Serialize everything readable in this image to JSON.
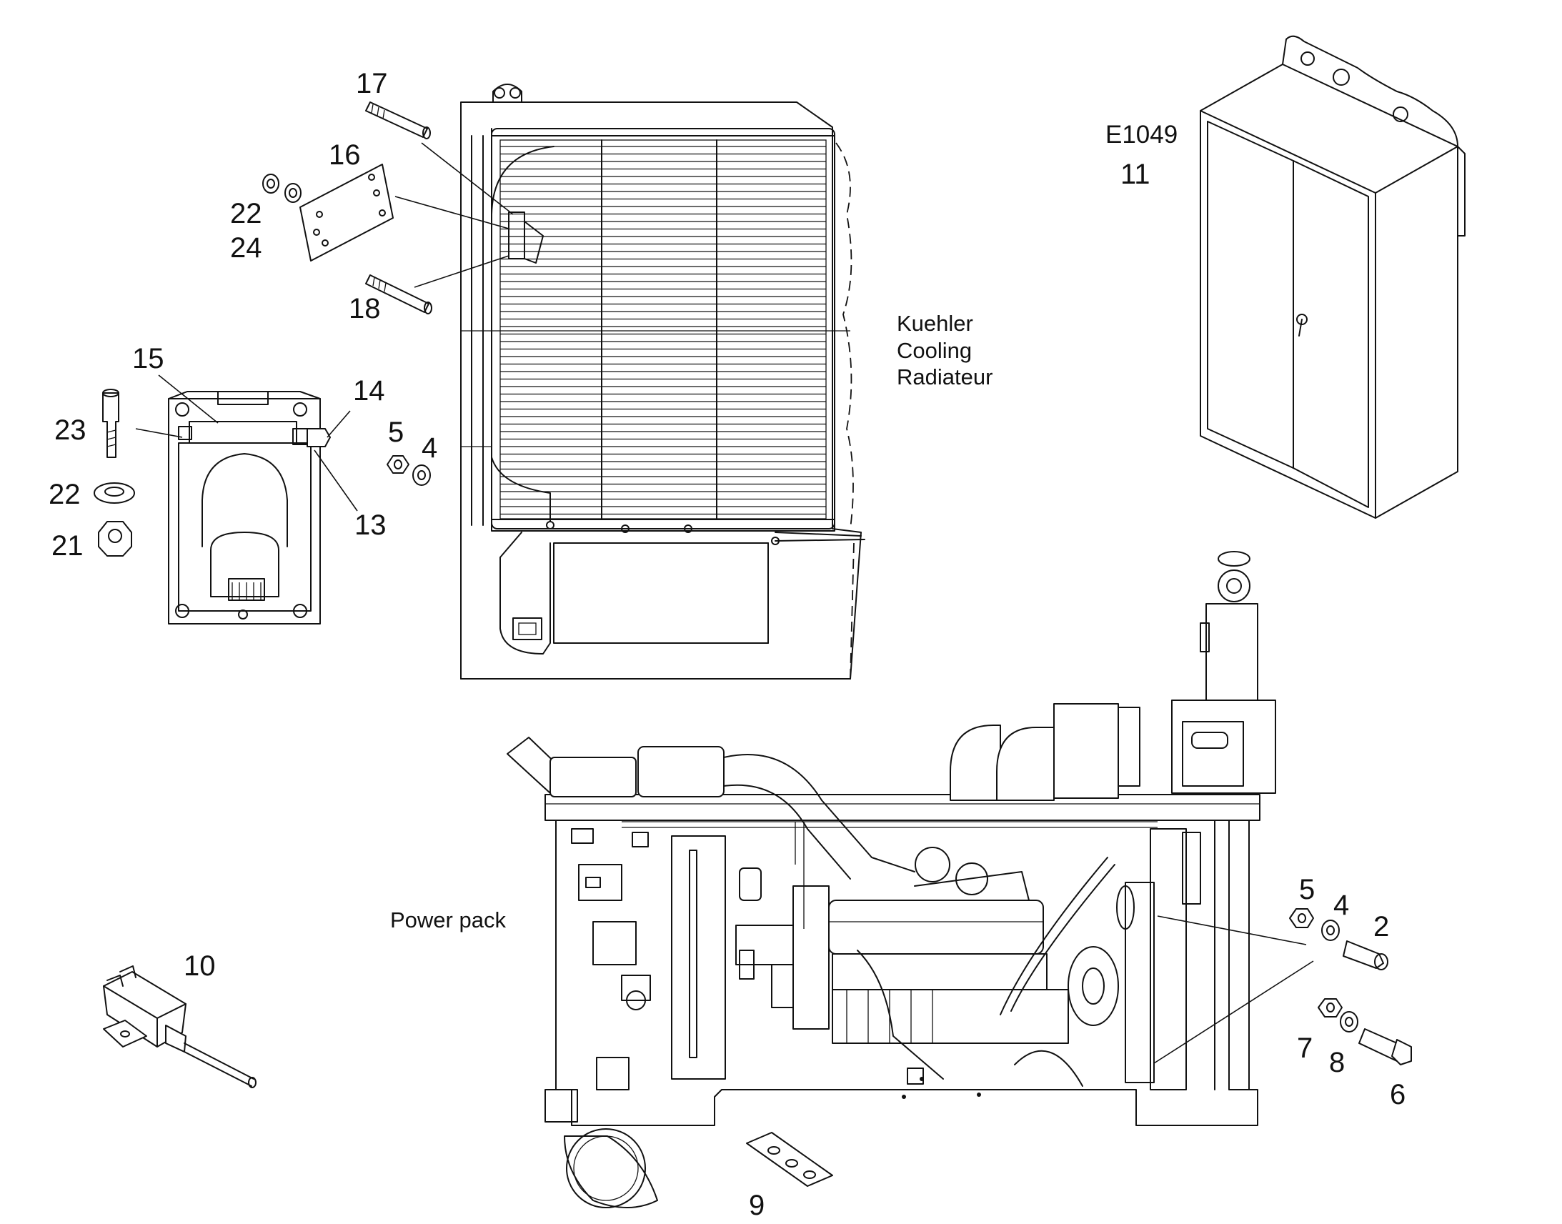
{
  "callouts": {
    "c17": "17",
    "c16": "16",
    "c22a": "22",
    "c24": "24",
    "c18": "18",
    "c15": "15",
    "c14": "14",
    "c23": "23",
    "c5a": "5",
    "c4a": "4",
    "c22b": "22",
    "c13": "13",
    "c21": "21",
    "c11": "11",
    "c10": "10",
    "c9": "9",
    "c5b": "5",
    "c4b": "4",
    "c2": "2",
    "c7": "7",
    "c8": "8",
    "c6": "6"
  },
  "part_code": "E1049",
  "radiator_label": [
    "Kuehler",
    "Cooling",
    "Radiateur"
  ],
  "powerpack_label": "Power pack",
  "colors": {
    "line": "#111111",
    "background": "#ffffff"
  }
}
